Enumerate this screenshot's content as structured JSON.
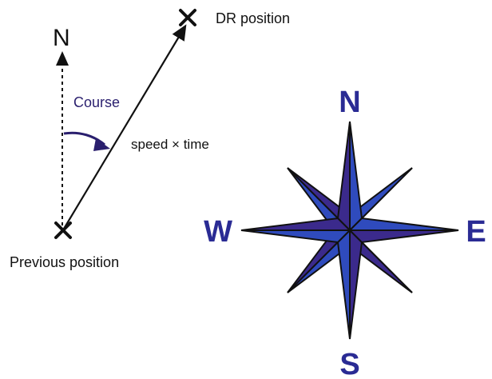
{
  "labels": {
    "north": "N",
    "course": "Course",
    "speed_time": "speed × time",
    "dr_position": "DR position",
    "previous_position": "Previous position"
  },
  "compass": {
    "n": "N",
    "e": "E",
    "s": "S",
    "w": "W"
  },
  "colors": {
    "line": "#111111",
    "course_label": "#2a1f6e",
    "course_arc": "#2a1f6e",
    "compass_light": "#2f4bbd",
    "compass_dark": "#3b2a8c",
    "compass_outline": "#111111",
    "compass_letters": "#2a2b94"
  },
  "icons": [
    "cross-mark-icon",
    "compass-rose-icon",
    "arrow-head-icon"
  ]
}
